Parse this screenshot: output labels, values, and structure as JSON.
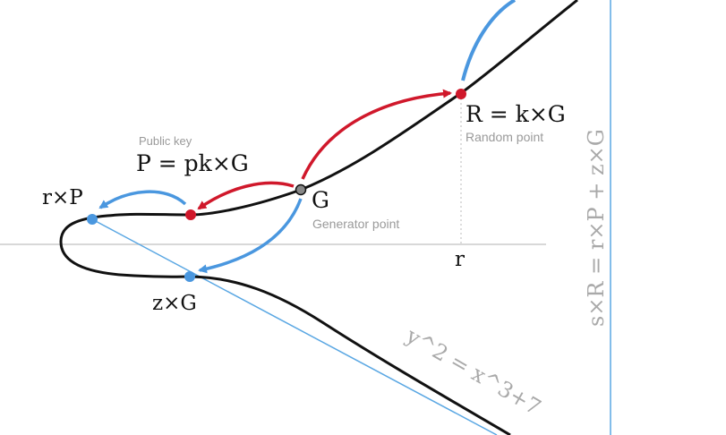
{
  "curve_equation": "y^2 = x^3+7",
  "signature_equation": "s×R = r×P + z×G",
  "axis_tick_r": "r",
  "points": {
    "R": {
      "label": "R = k×G",
      "caption": "Random point"
    },
    "G": {
      "label": "G",
      "caption": "Generator point"
    },
    "P": {
      "label": "P = pk×G",
      "caption": "Public key"
    },
    "rP": {
      "label": "r×P"
    },
    "zG": {
      "label": "z×G"
    }
  },
  "colors": {
    "red": "#d0182b",
    "blue": "#4a97df",
    "line_blue": "#5aa7e3",
    "curve": "#111111",
    "axis": "#cccccc",
    "caption_gray": "#9a9a9a",
    "equation_gray": "#a9a9a9"
  }
}
